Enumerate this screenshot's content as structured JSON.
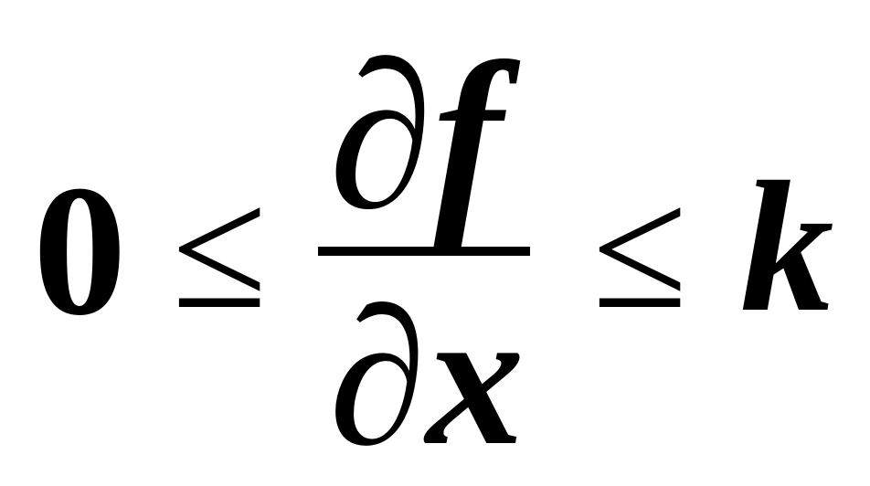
{
  "formula": {
    "left_bound": "0",
    "relation_left": "≤",
    "numerator": "∂f",
    "denominator": "∂x",
    "relation_right": "≤",
    "right_bound": "k"
  }
}
